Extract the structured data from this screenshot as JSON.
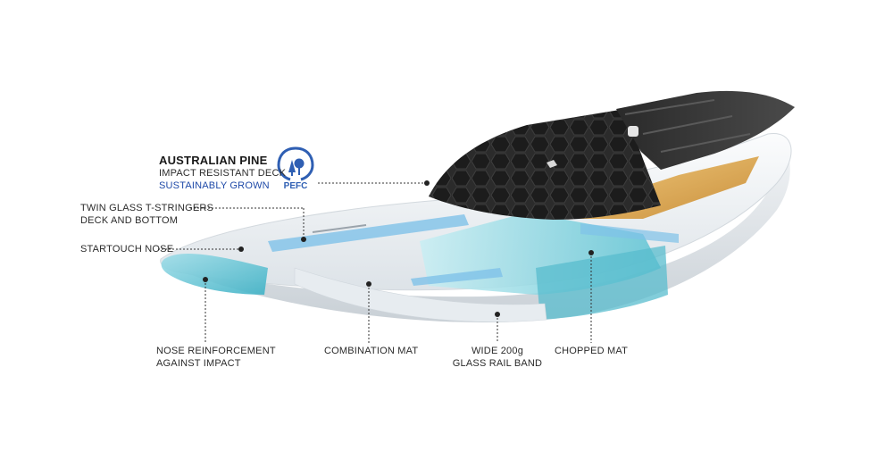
{
  "labels": {
    "deck": {
      "title": "AUSTRALIAN PINE",
      "line2": "IMPACT RESISTANT DECK",
      "line3": "SUSTAINABLY GROWN"
    },
    "stringers": {
      "line1": "TWIN GLASS T-STRINGERS",
      "line2": "DECK AND BOTTOM"
    },
    "nose": {
      "line1": "STARTOUCH NOSE"
    },
    "nose_reinforcement": {
      "line1": "NOSE REINFORCEMENT",
      "line2": "AGAINST IMPACT"
    },
    "combination_mat": {
      "line1": "COMBINATION MAT"
    },
    "rail_band": {
      "line1": "WIDE 200g",
      "line2": "GLASS RAIL BAND"
    },
    "chopped_mat": {
      "line1": "CHOPPED MAT"
    }
  },
  "logo": {
    "text": "PEFC",
    "icon": "pefc-trees-icon"
  },
  "colors": {
    "text": "#2b2b2b",
    "accent": "#1f4aa8",
    "board_shell": "#eef1f4",
    "teal": "#5fc6d6",
    "stringer_blue": "#7fc2e8",
    "pad": "#262626",
    "wood": "#d9a760"
  }
}
